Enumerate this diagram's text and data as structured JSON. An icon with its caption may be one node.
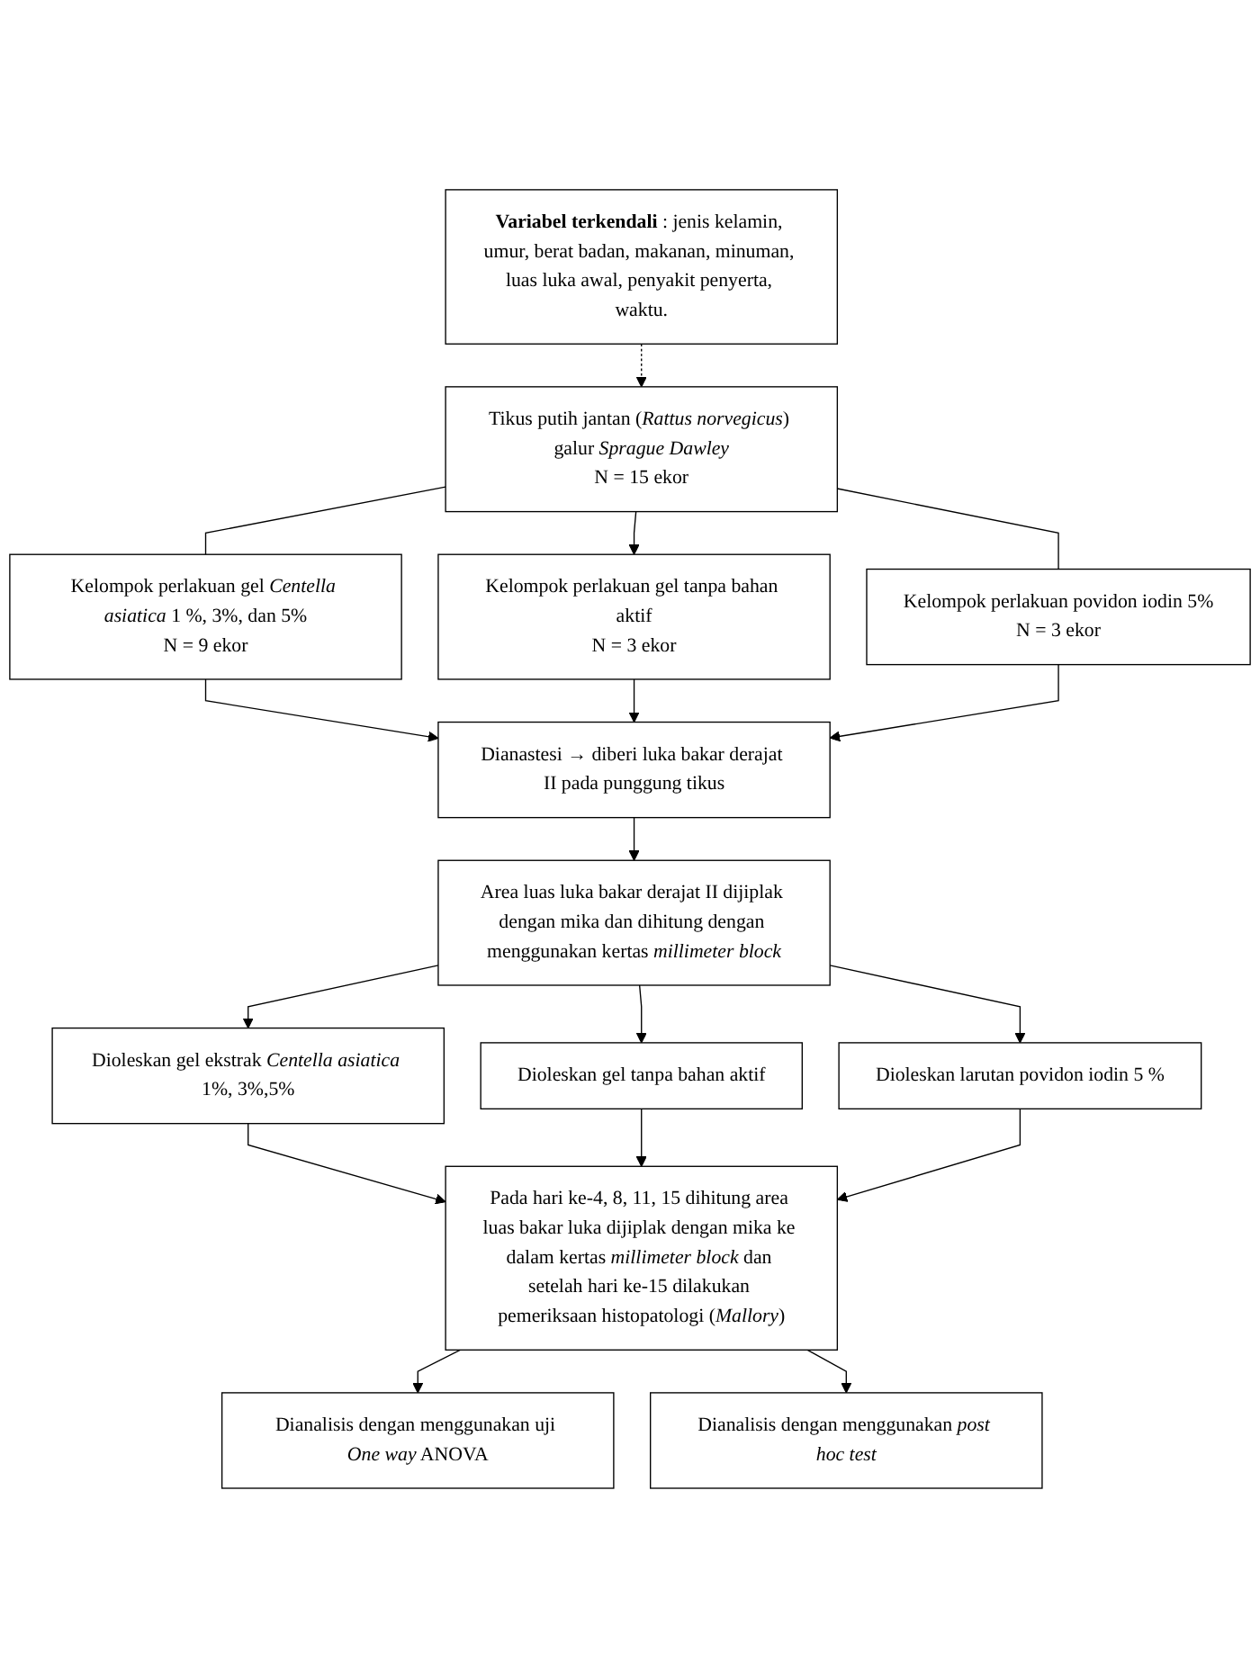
{
  "diagram": {
    "nodes": [
      {
        "text": [
          "Tikus putih jantan (*Rattus norvegicus*) galur *Sprague Dawley*",
          "N = 15 ekor"
        ]
      },
      {
        "text": [
          "**Variabel terkendali** : jenis kelamin, umur, berat badan, makanan, minuman, luas luka awal, penyakit penyerta, waktu."
        ]
      },
      {
        "text": [
          "Kelompok perlakuan gel *Centella asiatica* 1 %, 3%, dan 5%",
          "N = 9 ekor"
        ]
      },
      {
        "text": [
          "Kelompok perlakuan gel tanpa bahan aktif",
          "N = 3 ekor"
        ]
      },
      {
        "text": [
          "Kelompok perlakuan povidon iodin 5%",
          "N = 3 ekor"
        ]
      },
      {
        "text": [
          "Dianastesi → diberi luka bakar derajat II pada punggung tikus"
        ]
      },
      {
        "text": [
          "Area luas luka bakar derajat II dijiplak dengan mika dan dihitung dengan menggunakan kertas *millimeter block*"
        ]
      },
      {
        "text": [
          "Dioleskan gel ekstrak *Centella asiatica* 1%, 3%,5%"
        ]
      },
      {
        "text": [
          "Dioleskan gel tanpa bahan aktif"
        ]
      },
      {
        "text": [
          "Dioleskan larutan povidon iodin 5 %"
        ]
      },
      {
        "text": [
          "Pada hari ke-4, 8, 11, 15 dihitung area luas bakar luka dijiplak dengan mika ke dalam kertas *millimeter block* dan setelah hari ke-15 dilakukan pemeriksaan histopatologi (*Mallory*)"
        ]
      },
      {
        "text": [
          "Dianalisis dengan menggunakan uji *One way* ANOVA"
        ]
      },
      {
        "text": [
          "Dianalisis dengan menggunakan *post hoc test*"
        ]
      }
    ],
    "edges": [
      {
        "from": 1,
        "to": 0,
        "arrow": "to",
        "style": "dashed"
      },
      {
        "from": 0,
        "to": 2,
        "arrow": "none"
      },
      {
        "from": 0,
        "to": 3,
        "arrow": "to"
      },
      {
        "from": 0,
        "to": 4,
        "arrow": "none"
      },
      {
        "from": 2,
        "to": 5,
        "arrow": "to"
      },
      {
        "from": 3,
        "to": 5,
        "arrow": "to"
      },
      {
        "from": 4,
        "to": 5,
        "arrow": "to"
      },
      {
        "from": 5,
        "to": 6,
        "arrow": "to"
      },
      {
        "from": 6,
        "to": 7,
        "arrow": "to"
      },
      {
        "from": 6,
        "to": 8,
        "arrow": "to"
      },
      {
        "from": 6,
        "to": 9,
        "arrow": "to"
      },
      {
        "from": 7,
        "to": 10,
        "arrow": "to"
      },
      {
        "from": 8,
        "to": 10,
        "arrow": "to"
      },
      {
        "from": 9,
        "to": 10,
        "arrow": "to"
      },
      {
        "from": 10,
        "to": 11,
        "arrow": "to"
      },
      {
        "from": 10,
        "to": 12,
        "arrow": "to"
      }
    ]
  }
}
